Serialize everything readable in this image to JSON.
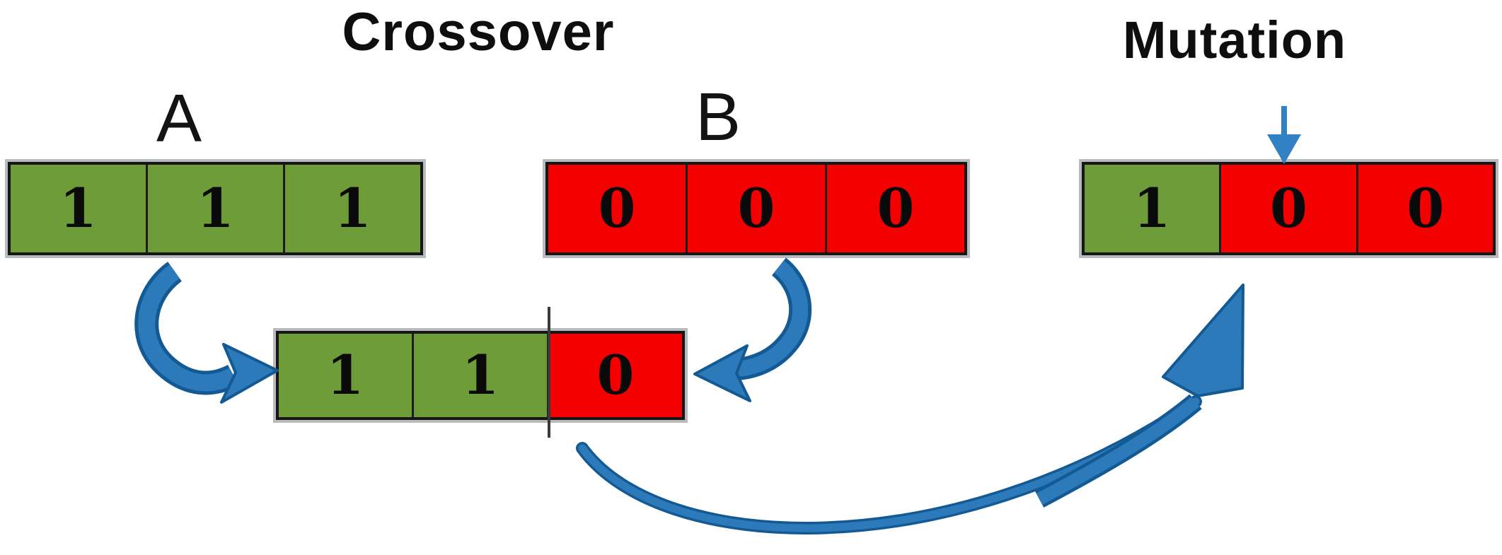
{
  "diagram": {
    "titles": {
      "crossover": "Crossover",
      "mutation": "Mutation"
    },
    "parent_labels": {
      "a": "A",
      "b": "B"
    },
    "arrays": {
      "parent_a": {
        "cells": [
          {
            "value": "1",
            "color": "green"
          },
          {
            "value": "1",
            "color": "green"
          },
          {
            "value": "1",
            "color": "green"
          }
        ]
      },
      "parent_b": {
        "cells": [
          {
            "value": "0",
            "color": "red"
          },
          {
            "value": "0",
            "color": "red"
          },
          {
            "value": "0",
            "color": "red"
          }
        ]
      },
      "child": {
        "cells": [
          {
            "value": "1",
            "color": "green"
          },
          {
            "value": "1",
            "color": "green"
          },
          {
            "value": "0",
            "color": "red"
          }
        ],
        "crossover_point_after_cell": 2
      },
      "mutated": {
        "cells": [
          {
            "value": "1",
            "color": "green"
          },
          {
            "value": "0",
            "color": "red"
          },
          {
            "value": "0",
            "color": "red"
          }
        ],
        "mutated_cell_index": 1
      }
    },
    "colors": {
      "gene_green": "#6d9c39",
      "gene_red": "#f40000",
      "arrow_fill": "#2d7abb",
      "arrow_outline": "#135a94",
      "mutation_arrow_blue": "#3181c4"
    }
  }
}
